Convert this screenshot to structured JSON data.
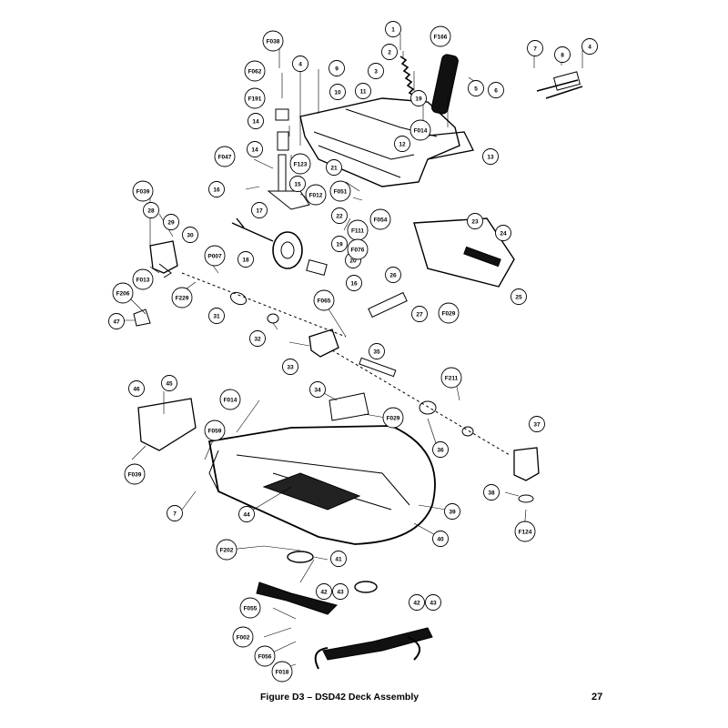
{
  "figure_title": "Figure D3 – DSD42 Deck Assembly",
  "page_number": "27",
  "callouts": [
    "1",
    "2",
    "3",
    "4",
    "4",
    "5",
    "6",
    "7",
    "8",
    "9",
    "10",
    "11",
    "12",
    "13",
    "14",
    "14",
    "15",
    "16",
    "16",
    "17",
    "18",
    "19",
    "19",
    "20",
    "21",
    "22",
    "23",
    "24",
    "25",
    "26",
    "27",
    "28",
    "29",
    "30",
    "31",
    "32",
    "33",
    "34",
    "35",
    "36",
    "37",
    "38",
    "39",
    "40",
    "41",
    "42",
    "43",
    "42",
    "43",
    "44",
    "45",
    "46",
    "47",
    "7",
    "F038",
    "F062",
    "F191",
    "F166",
    "F014",
    "F123",
    "F047",
    "F012",
    "F051",
    "F054",
    "F111",
    "F039",
    "F013",
    "P007",
    "F229",
    "F206",
    "F076",
    "F065",
    "F029",
    "F211",
    "F014",
    "F059",
    "F039",
    "F029",
    "F124",
    "F202",
    "F055",
    "F002",
    "F056",
    "F018"
  ]
}
